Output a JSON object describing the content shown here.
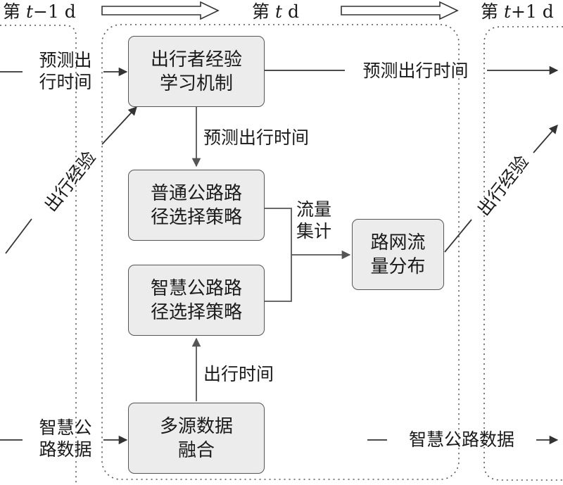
{
  "days": {
    "prev": {
      "prefix": "第 ",
      "var": "t",
      "suffix": "−1 d"
    },
    "curr": {
      "prefix": "第 ",
      "var": "t",
      "suffix": " d"
    },
    "next": {
      "prefix": "第 ",
      "var": "t",
      "suffix": "+1 d"
    }
  },
  "boxes": {
    "learning": [
      "出行者经验",
      "学习机制"
    ],
    "ordinary": [
      "普通公路路",
      "径选择策略"
    ],
    "smart": [
      "智慧公路路",
      "径选择策略"
    ],
    "network": [
      "路网流",
      "量分布"
    ],
    "fusion": [
      "多源数据",
      "融合"
    ]
  },
  "labels": {
    "predict_in": [
      "预测出",
      "行时间"
    ],
    "predict_out": "预测出行时间",
    "predict_down": "预测出行时间",
    "flow_agg": [
      "流量",
      "集计"
    ],
    "travel_time": "出行时间",
    "smart_data_in": [
      "智慧公",
      "路数据"
    ],
    "smart_data_out": "智慧公路数据",
    "experience_left": "出行经验",
    "experience_right": "出行经验"
  }
}
